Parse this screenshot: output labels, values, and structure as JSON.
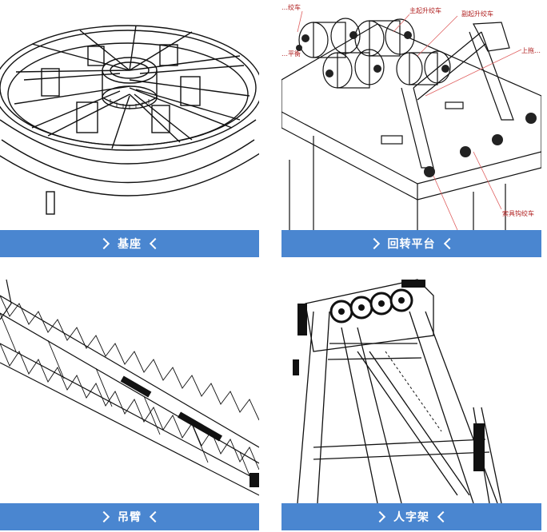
{
  "colors": {
    "caption_bar": "#4a86d0",
    "caption_text": "#ffffff",
    "drawing_stroke": "#111111",
    "callout_line": "#e06060",
    "callout_text": "#b02020"
  },
  "cards": [
    {
      "caption": "基座",
      "image_subject": "base-ring-drawing",
      "icons": [
        "chevron-right-icon",
        "chevron-left-icon"
      ]
    },
    {
      "caption": "回转平台",
      "image_subject": "slewing-platform-drawing",
      "icons": [
        "chevron-right-icon",
        "chevron-left-icon"
      ],
      "callouts": [
        "…绞车",
        "主起升绞车",
        "副起升绞车",
        "…平衡",
        "上拖…",
        "索具钩绞车"
      ]
    },
    {
      "caption": "吊臂",
      "image_subject": "lattice-boom-drawing",
      "icons": [
        "chevron-right-icon",
        "chevron-left-icon"
      ]
    },
    {
      "caption": "人字架",
      "image_subject": "a-frame-drawing",
      "icons": [
        "chevron-right-icon",
        "chevron-left-icon"
      ]
    }
  ]
}
